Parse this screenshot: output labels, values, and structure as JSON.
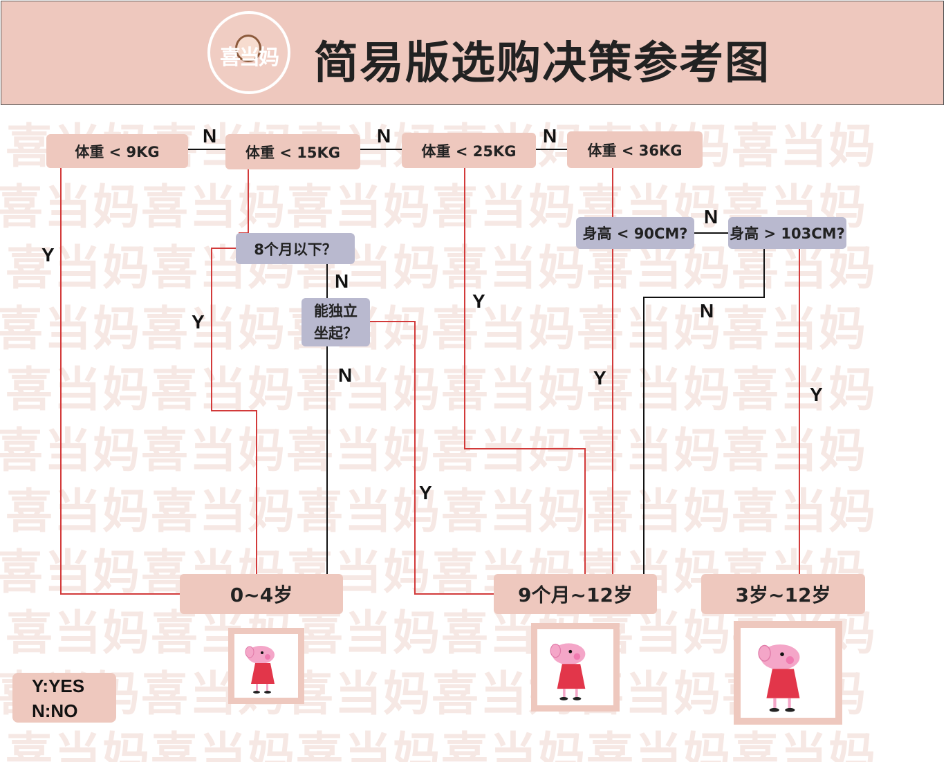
{
  "header": {
    "title": "简易版选购决策参考图",
    "logo_text": "喜当妈"
  },
  "watermark_text": "喜当妈喜当妈喜当妈喜当妈喜当妈喜当妈",
  "nodes": {
    "w9": "体重 < 9KG",
    "w15": "体重 < 15KG",
    "w25": "体重 < 25KG",
    "w36": "体重 < 36KG",
    "m8": "8个月以下？",
    "sit_line1": "能独立",
    "sit_line2": "坐起？",
    "h90": "身高 < 90CM?",
    "h103": "身高 > 103CM?",
    "r0_4": "0~4岁",
    "r9m_12": "9个月~12岁",
    "r3_12": "3岁~12岁"
  },
  "edge_labels": {
    "n": "N",
    "y": "Y"
  },
  "legend": {
    "yes": "Y:YES",
    "no": "N:NO"
  },
  "colors": {
    "pink": "#eec8be",
    "gray": "#b9b9cf",
    "red_line": "#d23a3a",
    "black_line": "#111111"
  },
  "icons": [
    "peppa-pig-icon",
    "peppa-pig-icon",
    "peppa-pig-icon"
  ]
}
